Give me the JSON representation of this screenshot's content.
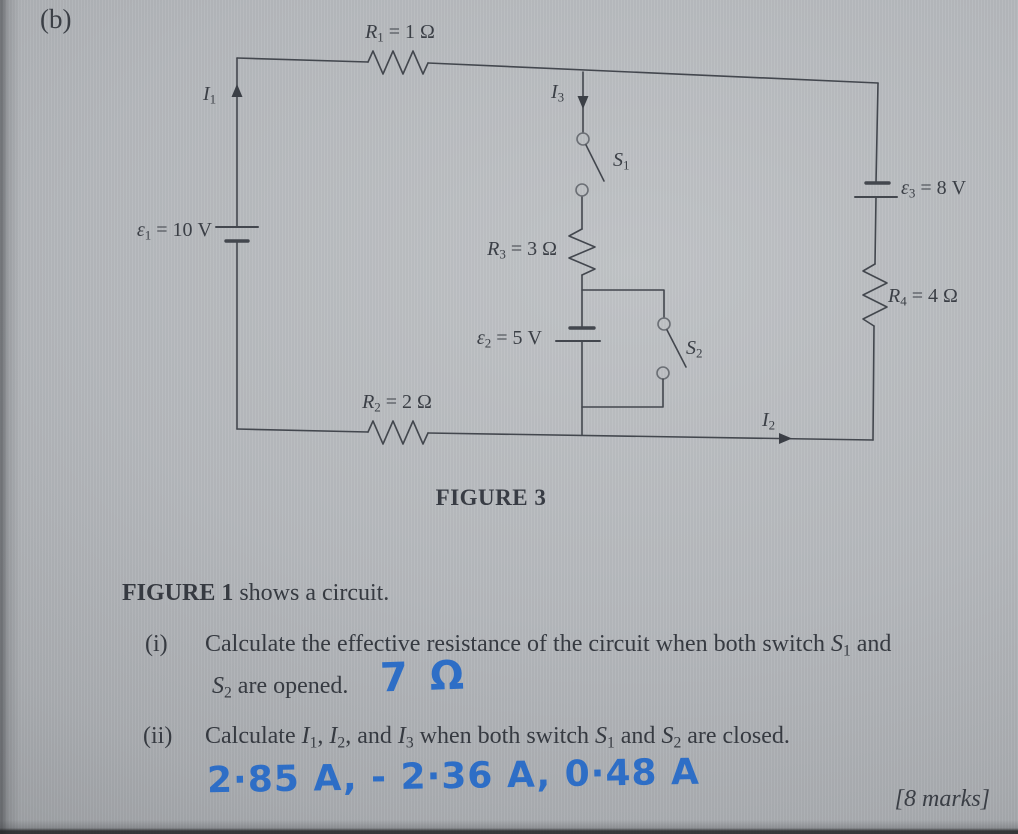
{
  "colors": {
    "ink": "#3b3f46",
    "ink_blue": "#2e6ec6",
    "paper": "#b4b7bb"
  },
  "page": {
    "part_label": "(b)",
    "figure_caption": "FIGURE 3",
    "marks": "[8 marks]"
  },
  "circuit": {
    "labels": {
      "r1": [
        {
          "t": "R",
          "c": "v"
        },
        {
          "t": "1",
          "c": "sub"
        },
        {
          "t": " = 1 Ω"
        }
      ],
      "r2": [
        {
          "t": "R",
          "c": "v"
        },
        {
          "t": "2",
          "c": "sub"
        },
        {
          "t": " = 2 Ω"
        }
      ],
      "r3": [
        {
          "t": "R",
          "c": "v"
        },
        {
          "t": "3",
          "c": "sub"
        },
        {
          "t": " = 3 Ω"
        }
      ],
      "r4": [
        {
          "t": "R",
          "c": "v"
        },
        {
          "t": "4",
          "c": "sub"
        },
        {
          "t": " = 4 Ω"
        }
      ],
      "e1": [
        {
          "t": "ε",
          "c": "v"
        },
        {
          "t": "1",
          "c": "sub"
        },
        {
          "t": " = 10 V"
        }
      ],
      "e2": [
        {
          "t": "ε",
          "c": "v"
        },
        {
          "t": "2",
          "c": "sub"
        },
        {
          "t": " = 5 V"
        }
      ],
      "e3": [
        {
          "t": "ε",
          "c": "v"
        },
        {
          "t": "3",
          "c": "sub"
        },
        {
          "t": " = 8 V"
        }
      ],
      "s1": [
        {
          "t": "S",
          "c": "v"
        },
        {
          "t": "1",
          "c": "sub"
        }
      ],
      "s2": [
        {
          "t": "S",
          "c": "v"
        },
        {
          "t": "2",
          "c": "sub"
        }
      ],
      "i1": [
        {
          "t": "I",
          "c": "v"
        },
        {
          "t": "1",
          "c": "sub"
        }
      ],
      "i2": [
        {
          "t": "I",
          "c": "v"
        },
        {
          "t": "2",
          "c": "sub"
        }
      ],
      "i3": [
        {
          "t": "I",
          "c": "v"
        },
        {
          "t": "3",
          "c": "sub"
        }
      ]
    }
  },
  "questions": {
    "intro": [
      {
        "t": "FIGURE 1",
        "c": "b"
      },
      {
        "t": " shows a circuit."
      }
    ],
    "q1": {
      "num": "(i)",
      "line1": [
        {
          "t": "Calculate the effective resistance of the circuit when both switch "
        },
        {
          "t": "S",
          "c": "v"
        },
        {
          "t": "1",
          "c": "sub"
        },
        {
          "t": " and"
        }
      ],
      "line2": [
        {
          "t": "S",
          "c": "v"
        },
        {
          "t": "2",
          "c": "sub"
        },
        {
          "t": " are opened."
        }
      ],
      "answer": "7 Ω"
    },
    "q2": {
      "num": "(ii)",
      "line1": [
        {
          "t": "Calculate "
        },
        {
          "t": "I",
          "c": "v"
        },
        {
          "t": "1",
          "c": "sub"
        },
        {
          "t": ", "
        },
        {
          "t": "I",
          "c": "v"
        },
        {
          "t": "2",
          "c": "sub"
        },
        {
          "t": ", and "
        },
        {
          "t": "I",
          "c": "v"
        },
        {
          "t": "3",
          "c": "sub"
        },
        {
          "t": " when both switch "
        },
        {
          "t": "S",
          "c": "v"
        },
        {
          "t": "1",
          "c": "sub"
        },
        {
          "t": " and "
        },
        {
          "t": "S",
          "c": "v"
        },
        {
          "t": "2",
          "c": "sub"
        },
        {
          "t": " are closed."
        }
      ],
      "answer": "2·85 A,  - 2·36 A,  0·48 A"
    }
  }
}
